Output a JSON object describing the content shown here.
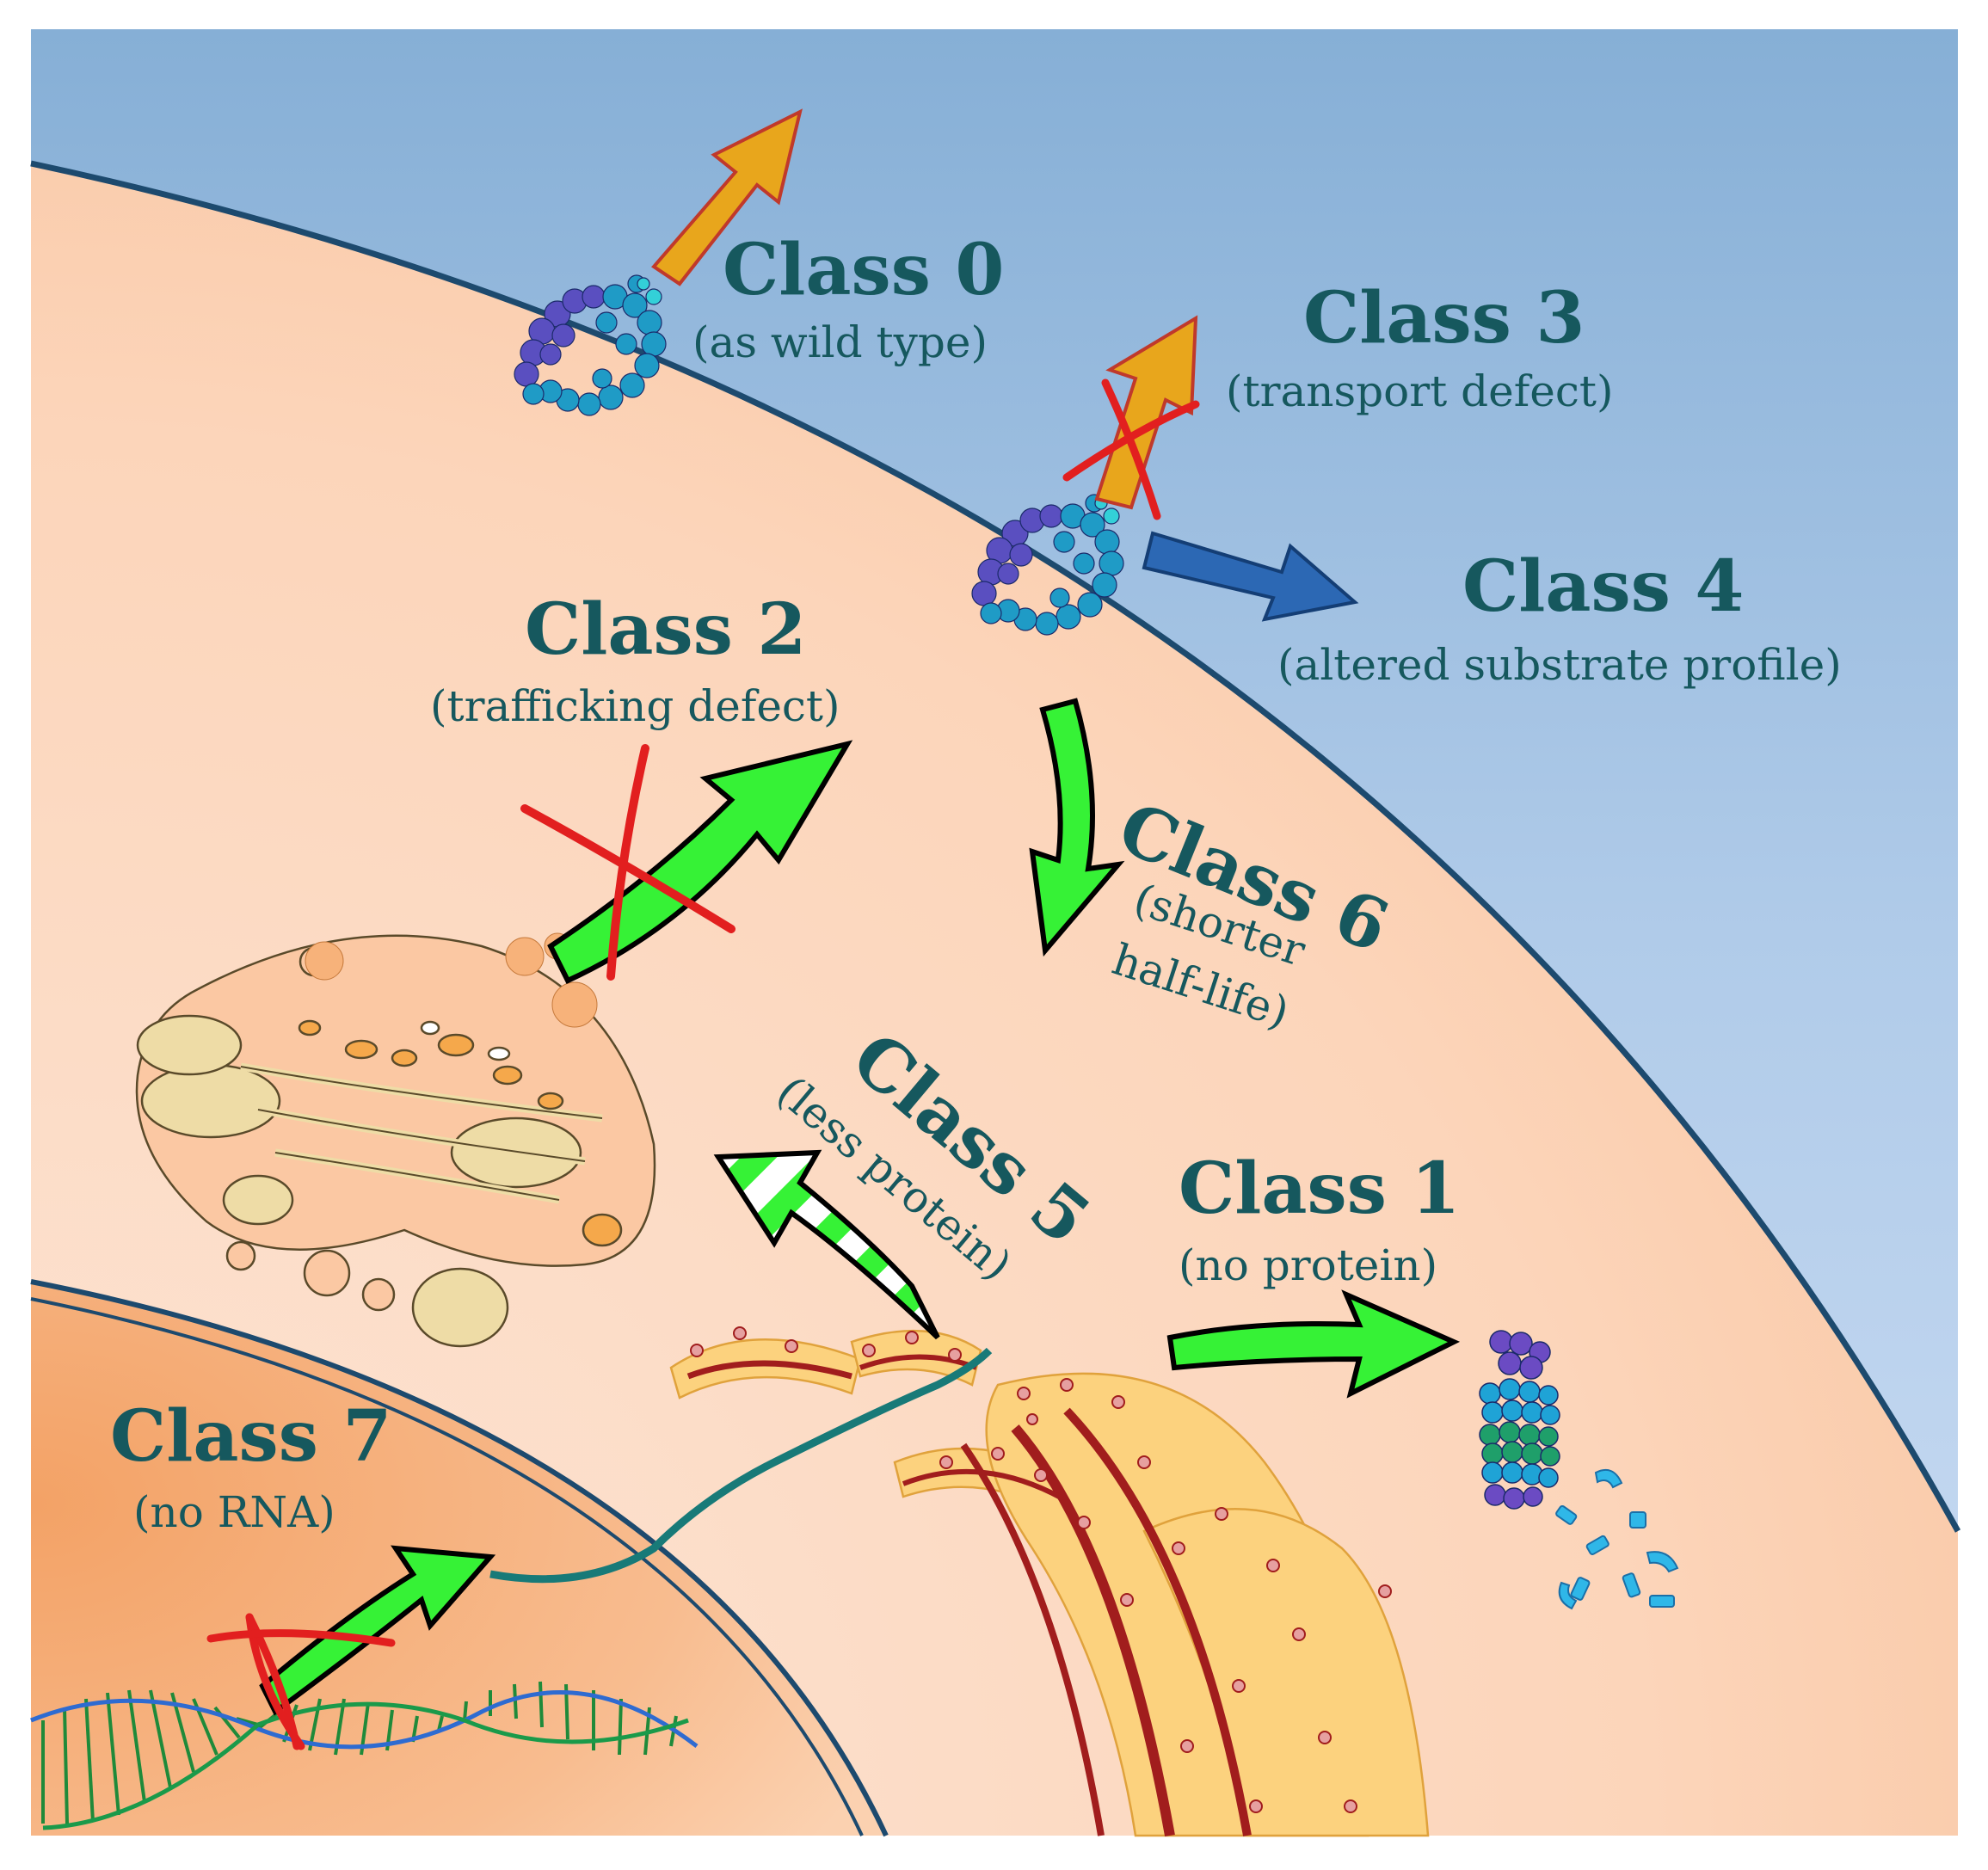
{
  "classes": {
    "class0": {
      "title": "Class 0",
      "subtitle": "(as wild type)"
    },
    "class1": {
      "title": "Class 1",
      "subtitle": "(no protein)"
    },
    "class2": {
      "title": "Class 2",
      "subtitle": "(trafficking defect)"
    },
    "class3": {
      "title": "Class 3",
      "subtitle": "(transport defect)"
    },
    "class4": {
      "title": "Class 4",
      "subtitle": "(altered substrate profile)"
    },
    "class5": {
      "title": "Class 5",
      "subtitle": "(less protein)"
    },
    "class6": {
      "title": "Class 6",
      "subtitle_line1": "(shorter",
      "subtitle_line2": "half-life)"
    },
    "class7": {
      "title": "Class 7",
      "subtitle": "(no RNA)"
    }
  },
  "colors": {
    "extracellular": "#a9c6e6",
    "cytoplasm": "#fbc8a3",
    "nucleus": "#f4a467",
    "membrane": "#1d4a6e",
    "label_text": "#16585e",
    "normal_arrow": "#36f236",
    "export_arrow": "#e8a61c",
    "substrate_arrow": "#2c68b4",
    "block_cross": "#e21f1f",
    "golgi": "#eedca6",
    "er": "#fcd27e"
  }
}
